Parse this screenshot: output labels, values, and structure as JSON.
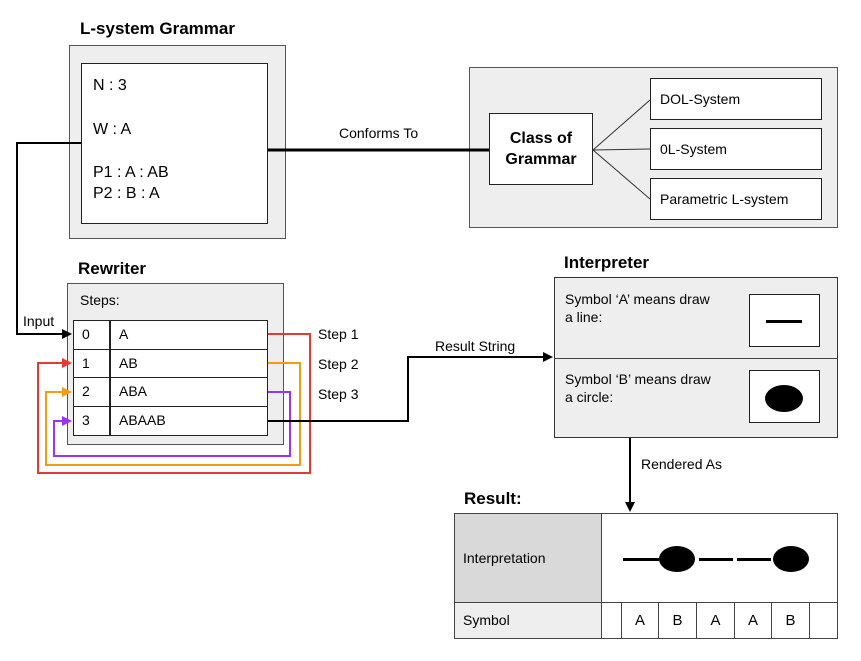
{
  "grammar": {
    "title": "L-system Grammar",
    "n": "N : 3",
    "w": "W : A",
    "p1": "P1 : A : AB",
    "p2": "P2 : B : A"
  },
  "conforms_label": "Conforms To",
  "class_box": {
    "title_line1": "Class of",
    "title_line2": "Grammar",
    "items": [
      "DOL-System",
      "0L-System",
      "Parametric L-system"
    ]
  },
  "rewriter": {
    "title": "Rewriter",
    "steps_label": "Steps:",
    "input_label": "Input",
    "rows": [
      {
        "index": "0",
        "value": "A"
      },
      {
        "index": "1",
        "value": "AB"
      },
      {
        "index": "2",
        "value": "ABA"
      },
      {
        "index": "3",
        "value": "ABAAB"
      }
    ],
    "step_labels": [
      "Step 1",
      "Step 2",
      "Step 3"
    ],
    "step_colors": [
      "#e53935",
      "#f39c12",
      "#9b30ff"
    ]
  },
  "result_string_label": "Result String",
  "interpreter": {
    "title": "Interpreter",
    "rule_a_line1": "Symbol ‘A’ means draw",
    "rule_a_line2": "a line:",
    "rule_b_line1": "Symbol ‘B’ means draw",
    "rule_b_line2": "a circle:"
  },
  "rendered_as_label": "Rendered As",
  "result": {
    "title": "Result:",
    "interpretation_label": "Interpretation",
    "symbol_label": "Symbol",
    "symbols": [
      "A",
      "B",
      "A",
      "A",
      "B"
    ]
  }
}
